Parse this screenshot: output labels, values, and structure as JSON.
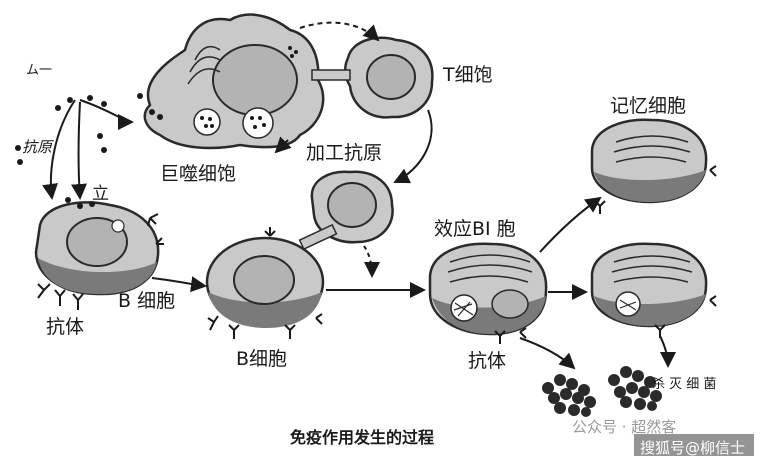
{
  "labels": {
    "antigen_top": "ム一",
    "antigen": "抗原",
    "macrophage": "巨噬细饱",
    "t_cell": "T细饱",
    "processed_antigen": "加工抗原",
    "li": "立",
    "b_cell_left": "B 细胞",
    "antibody_left": "抗体",
    "b_cell_center": "B细胞",
    "effector": "效应BI 胞",
    "memory": "记忆细胞",
    "antibody_right": "抗体",
    "destroy": "杀 灭 细 菌",
    "title": "免疫作用发生的过程"
  },
  "watermark": {
    "wechat": "公众号 · 超然客",
    "sohu": "搜狐号@柳信士"
  },
  "colors": {
    "ink": "#1a1a1a",
    "cell_fill": "#c9c9c9",
    "cell_edge": "#2a2a2a",
    "nucleus": "#b3b3b3",
    "dark_base": "#7a7a7a"
  }
}
